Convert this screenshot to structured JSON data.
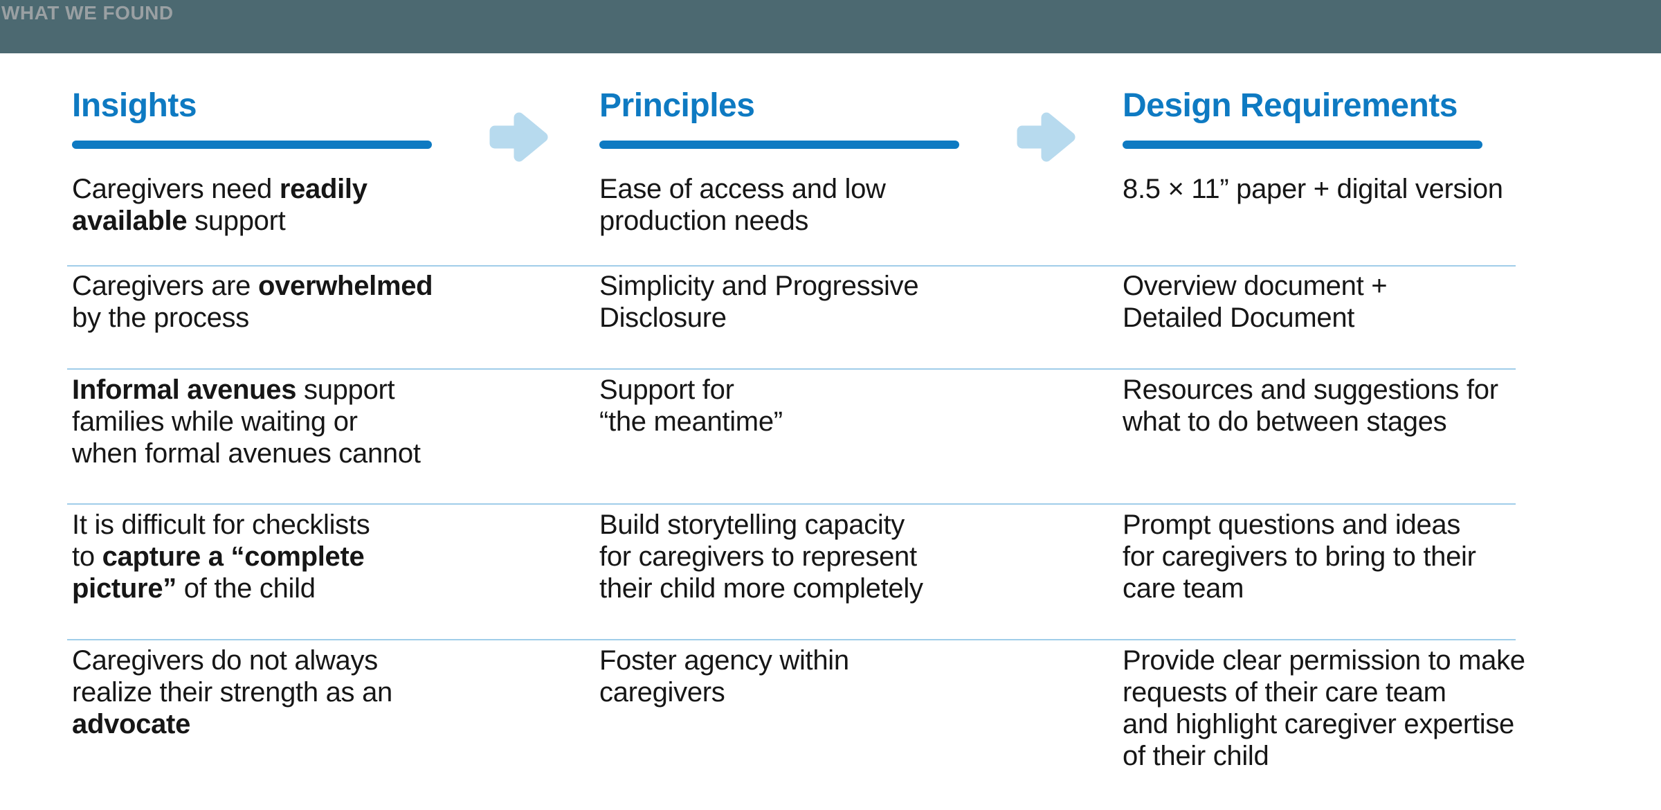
{
  "header": {
    "label": "WHAT WE FOUND"
  },
  "colors": {
    "header_bg": "#4c6971",
    "header_text": "#9aa0a3",
    "accent_blue": "#0e7ac2",
    "arrow_blue": "#b7daee",
    "divider_blue": "#a0cde9",
    "body_text": "#161616"
  },
  "arrows": [
    "right-arrow",
    "right-arrow"
  ],
  "columns": [
    {
      "title": "Insights",
      "rows": [
        {
          "lines": [
            [
              {
                "t": "Caregivers need ",
                "b": false
              },
              {
                "t": "readily",
                "b": true
              }
            ],
            [
              {
                "t": "available",
                "b": true
              },
              {
                "t": " support",
                "b": false
              }
            ]
          ]
        },
        {
          "lines": [
            [
              {
                "t": "Caregivers are ",
                "b": false
              },
              {
                "t": "overwhelmed",
                "b": true
              }
            ],
            [
              {
                "t": "by the process",
                "b": false
              }
            ]
          ]
        },
        {
          "lines": [
            [
              {
                "t": "Informal avenues",
                "b": true
              },
              {
                "t": " support",
                "b": false
              }
            ],
            [
              {
                "t": "families while waiting or",
                "b": false
              }
            ],
            [
              {
                "t": "when formal avenues cannot",
                "b": false
              }
            ]
          ]
        },
        {
          "lines": [
            [
              {
                "t": "It is difficult for checklists",
                "b": false
              }
            ],
            [
              {
                "t": "to ",
                "b": false
              },
              {
                "t": "capture a “complete",
                "b": true
              }
            ],
            [
              {
                "t": "picture”",
                "b": true
              },
              {
                "t": " of the child",
                "b": false
              }
            ]
          ]
        },
        {
          "lines": [
            [
              {
                "t": "Caregivers do not always",
                "b": false
              }
            ],
            [
              {
                "t": "realize their strength as an",
                "b": false
              }
            ],
            [
              {
                "t": "advocate",
                "b": true
              }
            ]
          ]
        }
      ]
    },
    {
      "title": "Principles",
      "rows": [
        {
          "lines": [
            [
              {
                "t": "Ease of access and low",
                "b": false
              }
            ],
            [
              {
                "t": "production needs",
                "b": false
              }
            ]
          ]
        },
        {
          "lines": [
            [
              {
                "t": "Simplicity and Progressive",
                "b": false
              }
            ],
            [
              {
                "t": "Disclosure",
                "b": false
              }
            ]
          ]
        },
        {
          "lines": [
            [
              {
                "t": "Support for",
                "b": false
              }
            ],
            [
              {
                "t": "“the meantime”",
                "b": false
              }
            ]
          ]
        },
        {
          "lines": [
            [
              {
                "t": "Build storytelling capacity",
                "b": false
              }
            ],
            [
              {
                "t": "for caregivers to represent",
                "b": false
              }
            ],
            [
              {
                "t": "their child more completely",
                "b": false
              }
            ]
          ]
        },
        {
          "lines": [
            [
              {
                "t": "Foster agency within",
                "b": false
              }
            ],
            [
              {
                "t": "caregivers",
                "b": false
              }
            ]
          ]
        }
      ]
    },
    {
      "title": "Design Requirements",
      "rows": [
        {
          "lines": [
            [
              {
                "t": "8.5 × 11” paper + digital version",
                "b": false
              }
            ]
          ]
        },
        {
          "lines": [
            [
              {
                "t": "Overview document +",
                "b": false
              }
            ],
            [
              {
                "t": "Detailed Document",
                "b": false
              }
            ]
          ]
        },
        {
          "lines": [
            [
              {
                "t": "Resources and suggestions for",
                "b": false
              }
            ],
            [
              {
                "t": "what to do between stages",
                "b": false
              }
            ]
          ]
        },
        {
          "lines": [
            [
              {
                "t": "Prompt questions and ideas",
                "b": false
              }
            ],
            [
              {
                "t": "for caregivers to bring to their",
                "b": false
              }
            ],
            [
              {
                "t": "care team",
                "b": false
              }
            ]
          ]
        },
        {
          "lines": [
            [
              {
                "t": "Provide clear permission to make",
                "b": false
              }
            ],
            [
              {
                "t": "requests of their care team",
                "b": false
              }
            ],
            [
              {
                "t": "and highlight caregiver expertise",
                "b": false
              }
            ],
            [
              {
                "t": "of their child",
                "b": false
              }
            ]
          ]
        }
      ]
    }
  ]
}
